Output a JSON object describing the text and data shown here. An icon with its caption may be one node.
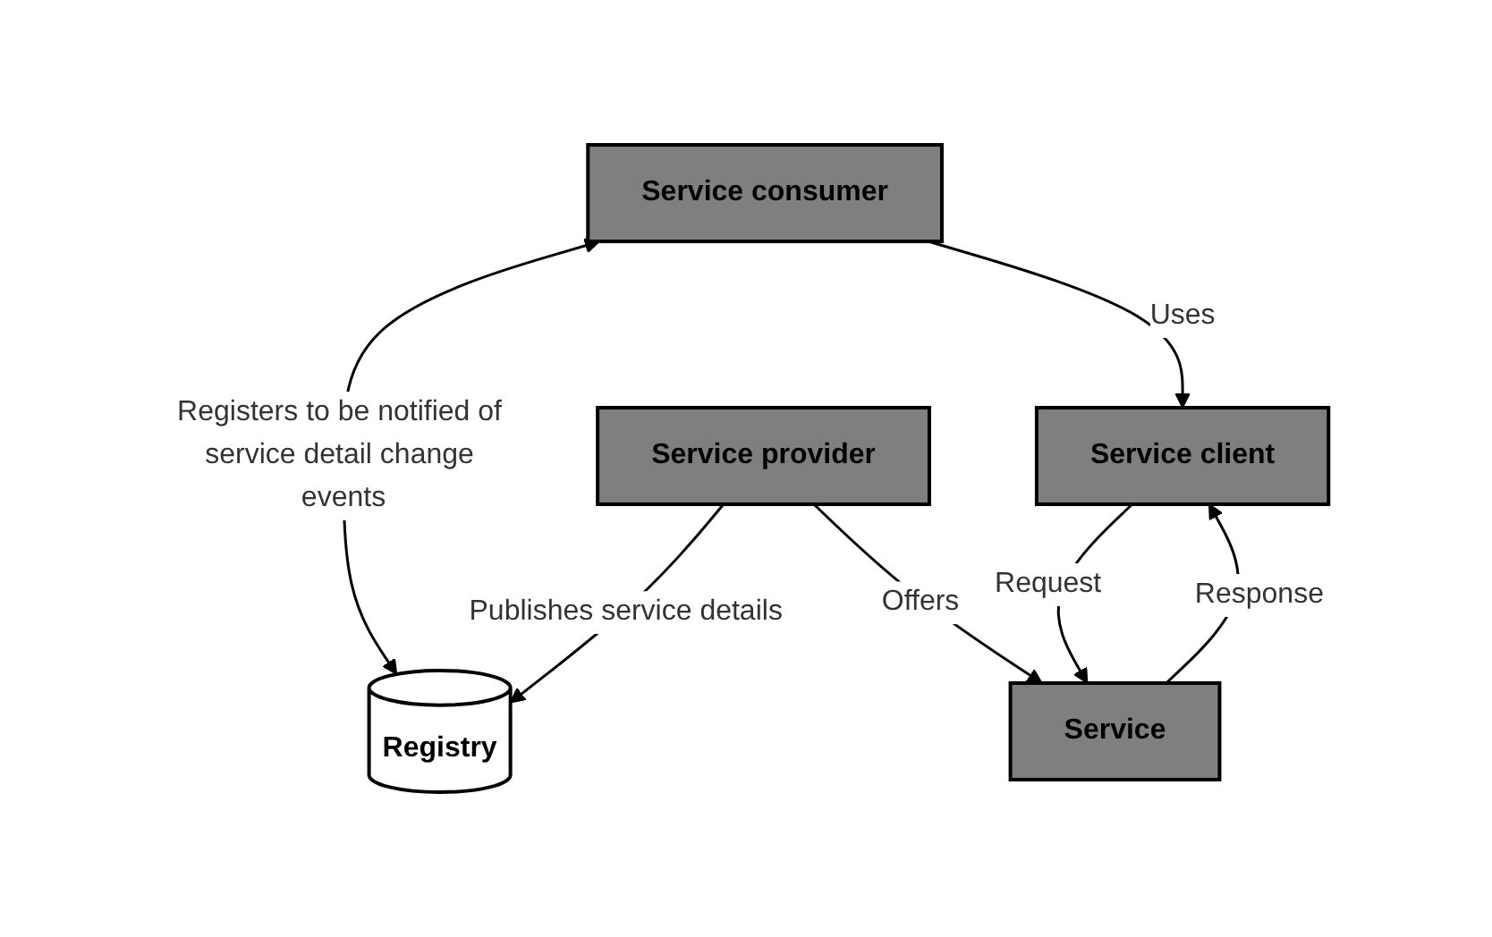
{
  "diagram": {
    "nodes": [
      {
        "text": [
          "Registry"
        ]
      },
      {
        "text": [
          "Service consumer"
        ]
      },
      {
        "text": [
          "Service provider"
        ]
      },
      {
        "text": [
          "Service client"
        ]
      },
      {
        "text": [
          "Service"
        ]
      }
    ],
    "edges": [
      {
        "from": 1,
        "to": 0,
        "arrow": "both",
        "label": "Registers to be notified of service detail change events"
      },
      {
        "from": 2,
        "to": 0,
        "arrow": "to",
        "label": "Publishes service details"
      },
      {
        "from": 1,
        "to": 3,
        "arrow": "to",
        "label": "Uses"
      },
      {
        "from": 2,
        "to": 4,
        "arrow": "to",
        "label": "Offers"
      },
      {
        "from": 3,
        "to": 4,
        "arrow": "to",
        "label": "Request"
      },
      {
        "from": 4,
        "to": 3,
        "arrow": "to",
        "label": "Response"
      }
    ]
  }
}
